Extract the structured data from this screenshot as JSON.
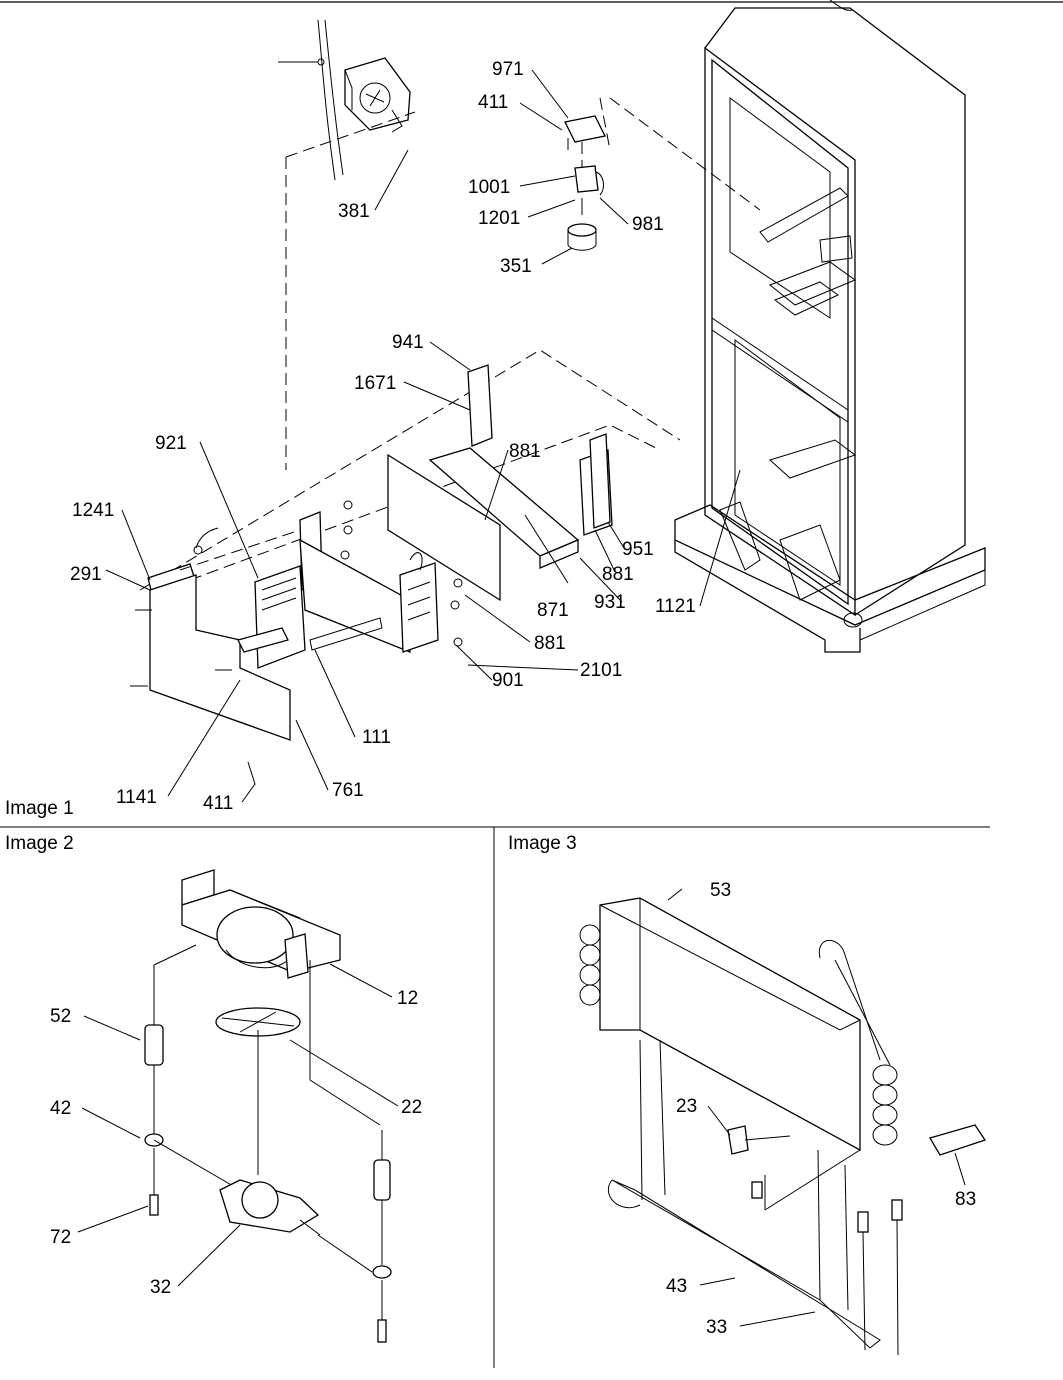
{
  "sections": {
    "image1": "Image 1",
    "image2": "Image 2",
    "image3": "Image 3"
  },
  "callouts": {
    "c971": "971",
    "c411a": "411",
    "c1001": "1001",
    "c1201": "1201",
    "c981": "981",
    "c351": "351",
    "c381": "381",
    "c941": "941",
    "c1671": "1671",
    "c921": "921",
    "c881a": "881",
    "c1241": "1241",
    "c291": "291",
    "c951": "951",
    "c881b": "881",
    "c871": "871",
    "c931": "931",
    "c1121": "1121",
    "c881c": "881",
    "c2101": "2101",
    "c901": "901",
    "c111": "111",
    "c761": "761",
    "c1141": "1141",
    "c411b": "411",
    "c53": "53",
    "c12": "12",
    "c52": "52",
    "c22": "22",
    "c42": "42",
    "c23": "23",
    "c83": "83",
    "c72": "72",
    "c32": "32",
    "c43": "43",
    "c33": "33"
  }
}
